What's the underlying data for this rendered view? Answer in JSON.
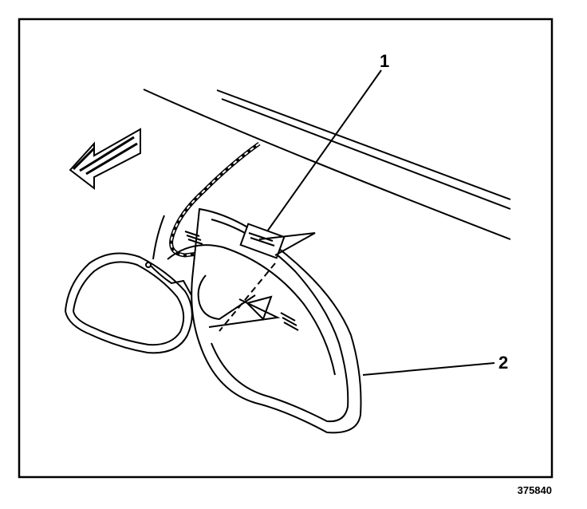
{
  "callouts": [
    {
      "id": "callout-1",
      "text": "1"
    },
    {
      "id": "callout-2",
      "text": "2"
    }
  ],
  "figure_id": "375840",
  "icons": [
    "direction-arrow-icon",
    "mirror-illustration"
  ]
}
